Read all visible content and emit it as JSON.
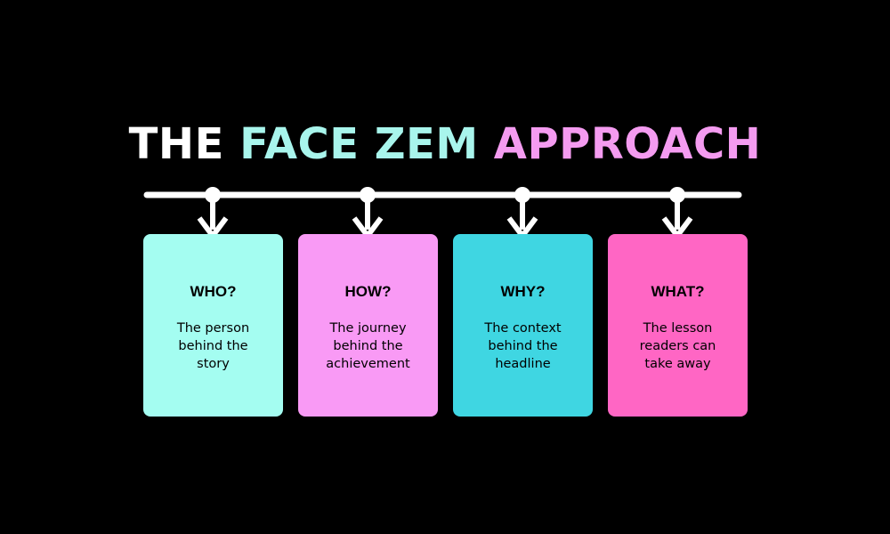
{
  "title": {
    "part1": "THE ",
    "part2": "FACE ZEM",
    "part3": " APPROACH",
    "color1": "#FFFFFF",
    "color2": "#A8F5EC",
    "color3": "#F49BF0"
  },
  "connector": {
    "color": "#FFFFFF"
  },
  "cards": [
    {
      "heading": "WHO?",
      "line1": "The person",
      "line2": "behind the",
      "line3": "story",
      "color": "#A4FDF1"
    },
    {
      "heading": "HOW?",
      "line1": "The journey",
      "line2": "behind the",
      "line3": "achievement",
      "color": "#F99AF5"
    },
    {
      "heading": "WHY?",
      "line1": "The context",
      "line2": "behind the",
      "line3": "headline",
      "color": "#3FD6E2"
    },
    {
      "heading": "WHAT?",
      "line1": "The lesson",
      "line2": "readers can",
      "line3": "take away",
      "color": "#FF66C4"
    }
  ]
}
